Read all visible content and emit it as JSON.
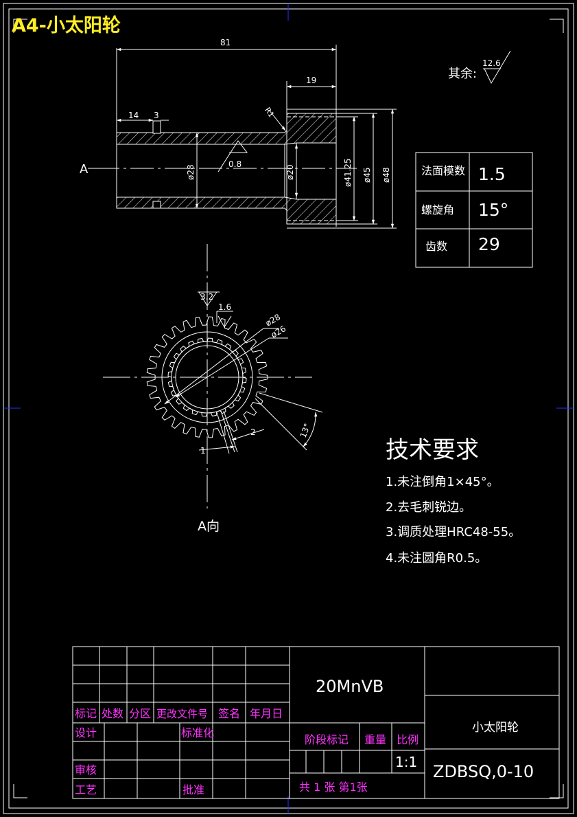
{
  "title": "A4-小太阳轮",
  "dimensions": {
    "d81": "81",
    "d19": "19",
    "d14": "14",
    "d3": "3",
    "r1": "R1",
    "d28": "ø28",
    "d20": "ø20",
    "d4125": "ø41.25",
    "d45": "ø45",
    "d48": "ø48",
    "roughness_bore": "0.8",
    "section_mark": "A"
  },
  "surface_note": {
    "label": "其余:",
    "value": "12.6"
  },
  "gear_params": [
    {
      "name": "法面模数",
      "value": "1.5"
    },
    {
      "name": "螺旋角",
      "value": "15°"
    },
    {
      "name": "齿数",
      "value": "29"
    }
  ],
  "view_a": {
    "r32": "3.2",
    "r16": "1.6",
    "d28": "ø28",
    "d26": "ø26",
    "angle": "13°",
    "spline_2": "2",
    "spline_1": "1",
    "caption": "A向"
  },
  "tech_req": {
    "title": "技术要求",
    "items": [
      "1.未注倒角1×45°。",
      "2.去毛刺锐边。",
      "3.调质处理HRC48-55。",
      "4.未注圆角R0.5。"
    ]
  },
  "title_block": {
    "material": "20MnVB",
    "part_name": "小太阳轮",
    "drawing_no": "ZDBSQ,0-10",
    "scale": "1:1",
    "labels": {
      "mark": "标记",
      "count": "处数",
      "zone": "分区",
      "change_doc": "更改文件号",
      "sign": "签名",
      "date": "年月日",
      "design": "设计",
      "standard": "标准化",
      "check": "审核",
      "process": "工艺",
      "approve": "批准",
      "stage": "阶段标记",
      "weight": "重量",
      "scale_label": "比例",
      "sheets": "共 1 张 第1张"
    }
  }
}
